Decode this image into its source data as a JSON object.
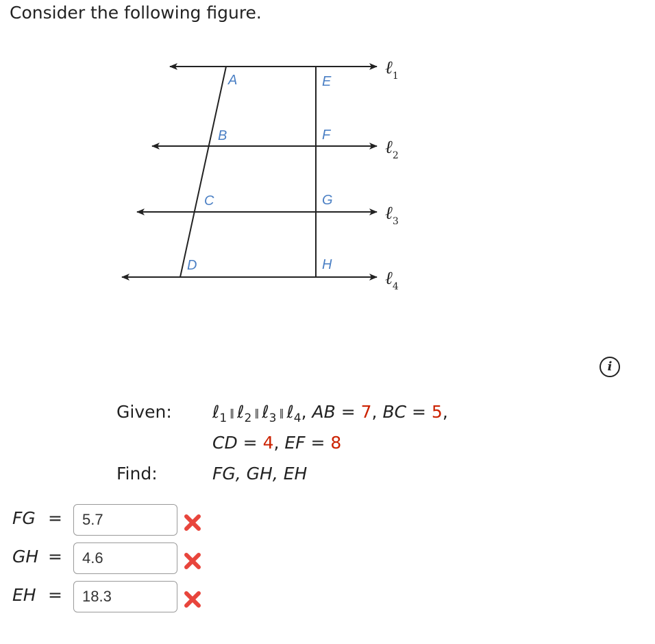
{
  "prompt": "Consider the following figure.",
  "figure": {
    "points": [
      "A",
      "B",
      "C",
      "D",
      "E",
      "F",
      "G",
      "H"
    ],
    "lines": [
      {
        "base": "ℓ",
        "sub": "1"
      },
      {
        "base": "ℓ",
        "sub": "2"
      },
      {
        "base": "ℓ",
        "sub": "3"
      },
      {
        "base": "ℓ",
        "sub": "4"
      }
    ]
  },
  "info_icon": "i",
  "given": {
    "label": "Given:",
    "lines": [
      "1",
      "2",
      "3",
      "4"
    ],
    "ell": "ℓ",
    "parallel": "‖",
    "ab_label": "AB",
    "ab_value": "7",
    "bc_label": "BC",
    "bc_value": "5",
    "cd_label": "CD",
    "cd_value": "4",
    "ef_label": "EF",
    "ef_value": "8"
  },
  "find": {
    "label": "Find:",
    "text": "FG, GH, EH"
  },
  "answers": [
    {
      "name": "FG",
      "eq": "=",
      "value": "5.7",
      "status": "incorrect",
      "icon": "x-mark-icon"
    },
    {
      "name": "GH",
      "eq": "=",
      "value": "4.6",
      "status": "incorrect",
      "icon": "x-mark-icon"
    },
    {
      "name": "EH",
      "eq": "=",
      "value": "18.3",
      "status": "incorrect",
      "icon": "x-mark-icon"
    }
  ],
  "colors": {
    "given_value": "#cc2200",
    "error": "#e8453c",
    "label_blue": "#4a7fc4",
    "line": "#222222"
  }
}
